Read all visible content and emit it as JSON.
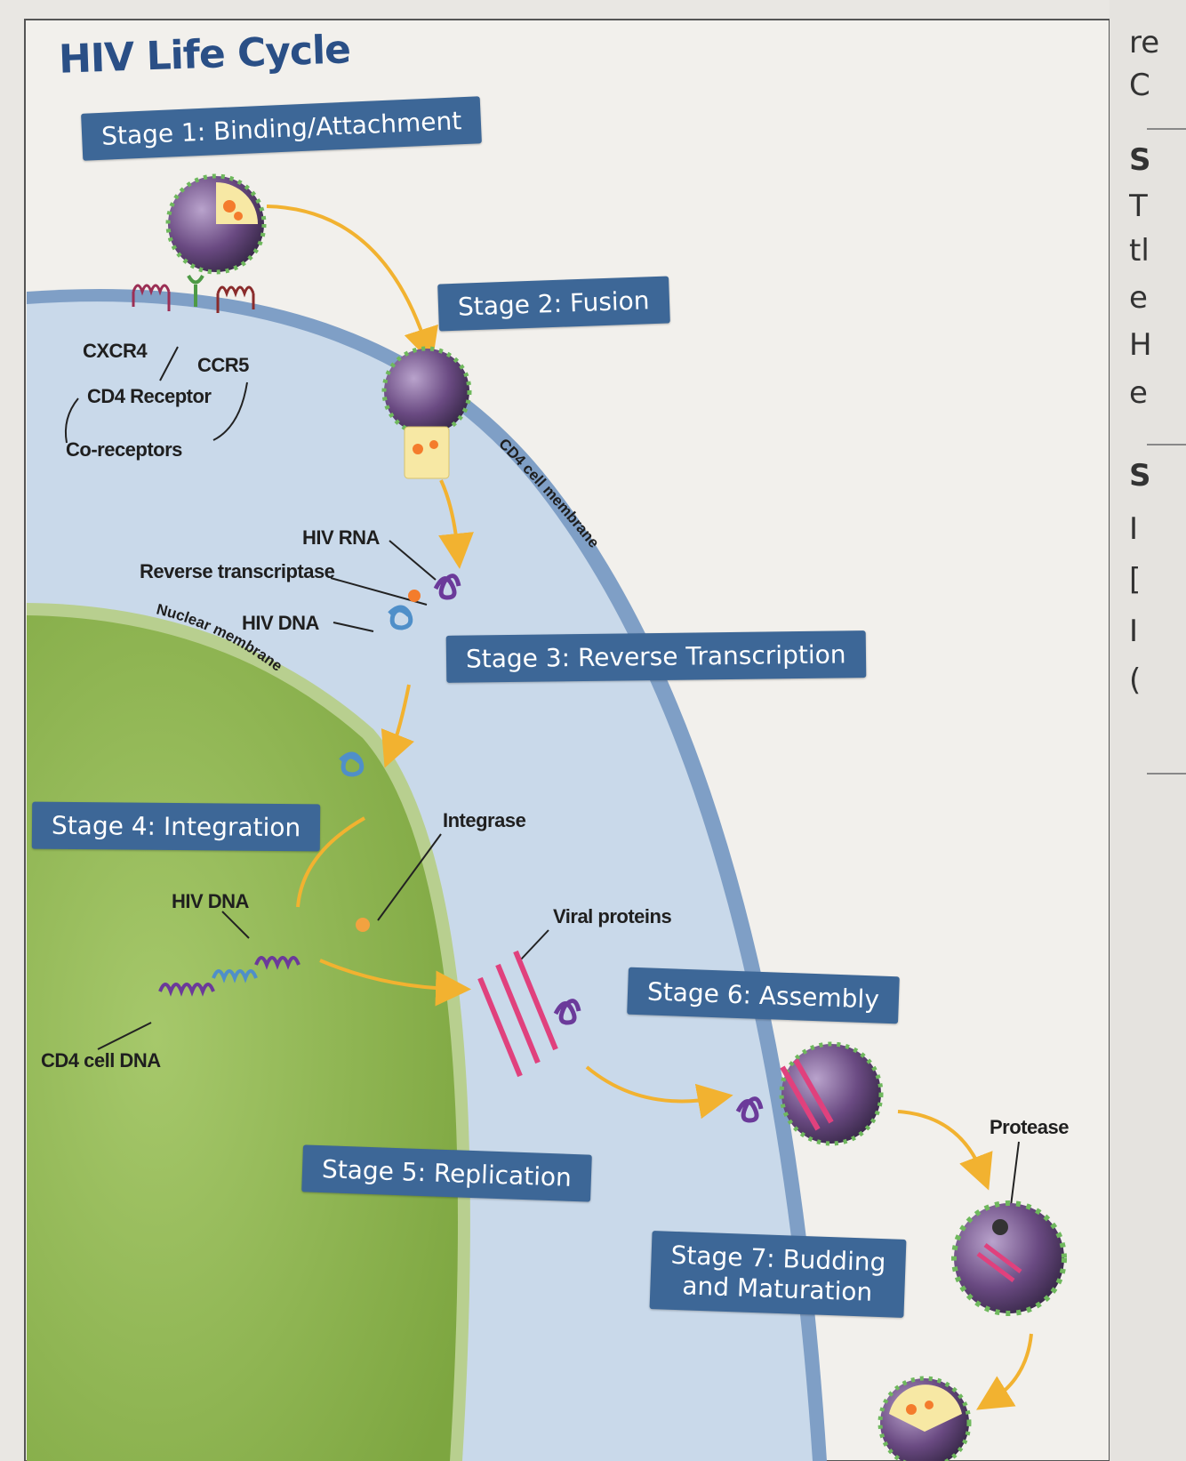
{
  "title": "HIV Life Cycle",
  "stages": {
    "stage1": "Stage 1: Binding/Attachment",
    "stage2": "Stage 2: Fusion",
    "stage3": "Stage 3: Reverse Transcription",
    "stage4": "Stage 4: Integration",
    "stage5": "Stage 5: Replication",
    "stage6": "Stage 6: Assembly",
    "stage7_line1": "Stage 7: Budding",
    "stage7_line2": "and Maturation"
  },
  "labels": {
    "cxcr4": "CXCR4",
    "ccr5": "CCR5",
    "cd4_receptor": "CD4 Receptor",
    "co_receptors": "Co-receptors",
    "hiv_rna": "HIV RNA",
    "reverse_transcriptase": "Reverse transcriptase",
    "hiv_dna_1": "HIV DNA",
    "nuclear_membrane": "Nuclear membrane",
    "cd4_cell_membrane": "CD4 cell membrane",
    "integrase": "Integrase",
    "hiv_dna_2": "HIV DNA",
    "cd4_cell_dna": "CD4 cell DNA",
    "viral_proteins": "Viral proteins",
    "protease": "Protease"
  },
  "edge_text": [
    "re",
    "C",
    "S",
    "T",
    "tl",
    "e",
    "H",
    "e",
    "S",
    "I",
    "[",
    "I",
    "("
  ],
  "colors": {
    "box": "#3d6797",
    "title": "#2a4f86",
    "cell": "#c9d9ea",
    "cell_membrane": "#7f9fc6",
    "nucleus": "#8cb44e",
    "arrow": "#f2b230",
    "virus": "#6a4a82",
    "protein": "#e0417d",
    "rna": "#6b3a9a",
    "dna": "#4f8fc9"
  }
}
